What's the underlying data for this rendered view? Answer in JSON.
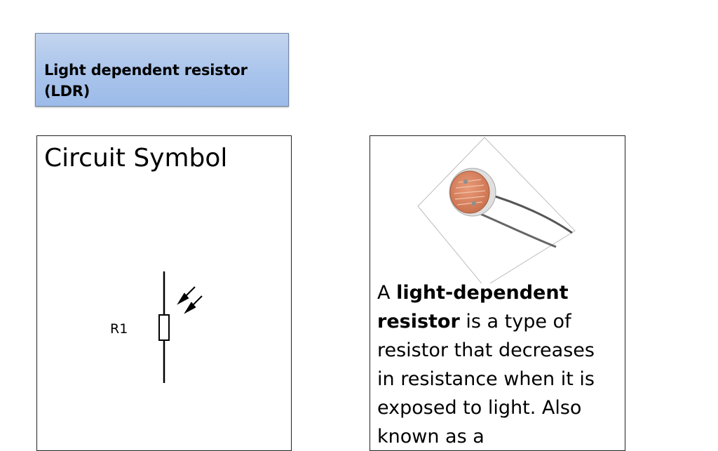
{
  "title": {
    "line1": "Light dependent resistor",
    "line2": "(LDR)"
  },
  "circuit_panel": {
    "heading": "Circuit Symbol",
    "component_label": "R1"
  },
  "photo_panel": {
    "description": {
      "prefix": "A ",
      "bold_term_1": "light-dependent",
      "bold_term_2": "resistor",
      "rest_line_2": " is a type of",
      "line_3": "resistor that decreases",
      "line_4": "in resistance when it is",
      "line_5": "exposed to light. Also",
      "line_6": "known as a"
    }
  },
  "colors": {
    "title_gradient_top": "#c3d4ee",
    "title_gradient_bottom": "#9dbbe9",
    "ldr_body": "#d9825f"
  }
}
